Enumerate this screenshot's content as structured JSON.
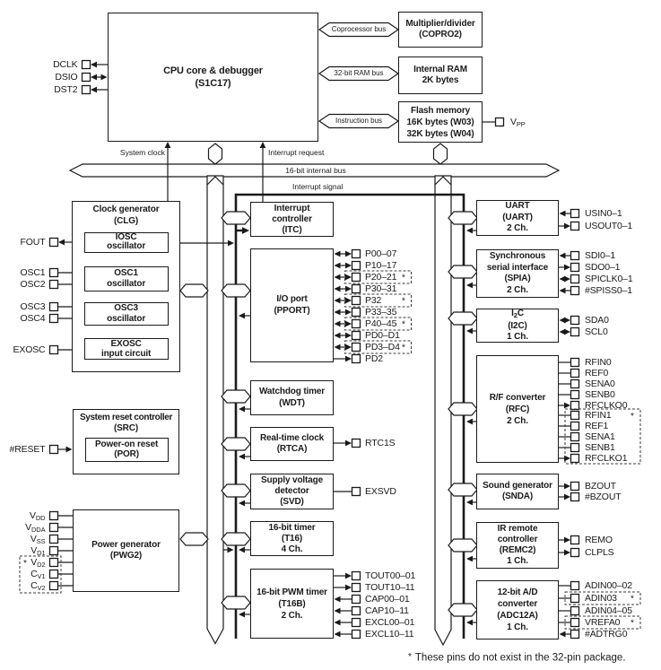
{
  "diagram": {
    "cpu": {
      "lines": [
        "CPU core & debugger",
        "(S1C17)"
      ]
    },
    "bus_labels": {
      "coprocessor": "Coprocessor bus",
      "ram": "32-bit RAM bus",
      "instruction": "Instruction bus",
      "internal": "16-bit internal bus",
      "system_clock": "System clock",
      "interrupt_request": "Interrupt request",
      "interrupt_signal": "Interrupt signal"
    },
    "blocks": {
      "copro2": {
        "lines": [
          "Multiplier/divider",
          "(COPRO2)"
        ]
      },
      "ram": {
        "lines": [
          "Internal RAM",
          "2K bytes"
        ]
      },
      "flash": {
        "lines": [
          "Flash memory",
          "16K bytes (W03)",
          "32K bytes (W04)"
        ]
      },
      "clg": {
        "lines": [
          "Clock generator",
          "(CLG)"
        ],
        "sub_blocks": [
          {
            "lines": [
              "IOSC",
              "oscillator"
            ]
          },
          {
            "lines": [
              "OSC1",
              "oscillator"
            ]
          },
          {
            "lines": [
              "OSC3",
              "oscillator"
            ]
          },
          {
            "lines": [
              "EXOSC",
              "input circuit"
            ]
          }
        ]
      },
      "src": {
        "lines": [
          "System reset controller",
          "(SRC)"
        ],
        "sub_blocks": [
          {
            "lines": [
              "Power-on reset",
              "(POR)"
            ]
          }
        ]
      },
      "pwg2": {
        "lines": [
          "Power generator",
          "(PWG2)"
        ]
      },
      "itc": {
        "lines": [
          "Interrupt",
          "controller",
          "(ITC)"
        ]
      },
      "pport": {
        "lines": [
          "I/O port",
          "(PPORT)"
        ]
      },
      "wdt": {
        "lines": [
          "Watchdog timer",
          "(WDT)"
        ]
      },
      "rtca": {
        "lines": [
          "Real-time clock",
          "(RTCA)"
        ]
      },
      "svd": {
        "lines": [
          "Supply voltage",
          "detector",
          "(SVD)"
        ]
      },
      "t16": {
        "lines": [
          "16-bit timer",
          "(T16)",
          "4 Ch."
        ]
      },
      "t16b": {
        "lines": [
          "16-bit PWM timer",
          "(T16B)",
          "2 Ch."
        ]
      },
      "uart": {
        "lines": [
          "UART",
          "(UART)",
          "2 Ch."
        ]
      },
      "spia": {
        "lines": [
          "Synchronous",
          "serial interface",
          "(SPIA)",
          "2 Ch."
        ]
      },
      "i2c": {
        "l1_main": "I",
        "l1_sub": "2",
        "l1_tail": "C",
        "lines": [
          "(I2C)",
          "1 Ch."
        ]
      },
      "rfc": {
        "lines": [
          "R/F converter",
          "(RFC)",
          "2 Ch."
        ]
      },
      "snda": {
        "lines": [
          "Sound generator",
          "(SNDA)"
        ]
      },
      "remc2": {
        "lines": [
          "IR remote",
          "controller",
          "(REMC2)",
          "1 Ch."
        ]
      },
      "adc12a": {
        "lines": [
          "12-bit A/D",
          "converter",
          "(ADC12A)",
          "1 Ch."
        ]
      }
    },
    "pins": {
      "cpu": [
        {
          "label": "DCLK",
          "dir": "out"
        },
        {
          "label": "DSIO",
          "dir": "bidir"
        },
        {
          "label": "DST2",
          "dir": "out"
        }
      ],
      "flash": [
        {
          "label": "V",
          "sub": "PP",
          "dir": "plain"
        }
      ],
      "clg": [
        {
          "label": "FOUT",
          "dir": "out"
        },
        {
          "label": "OSC1",
          "dir": "plain"
        },
        {
          "label": "OSC2",
          "dir": "plain"
        },
        {
          "label": "OSC3",
          "dir": "plain"
        },
        {
          "label": "OSC4",
          "dir": "plain"
        },
        {
          "label": "EXOSC",
          "dir": "in"
        }
      ],
      "src": [
        {
          "label": "#RESET",
          "dir": "in"
        }
      ],
      "pwg2": [
        {
          "label": "V",
          "sub": "DD",
          "dir": "plain"
        },
        {
          "label": "V",
          "sub": "DDA",
          "dir": "plain"
        },
        {
          "label": "V",
          "sub": "SS",
          "dir": "plain"
        },
        {
          "label": "V",
          "sub": "D1",
          "dir": "plain"
        },
        {
          "label": "V",
          "sub": "D2",
          "dir": "plain",
          "dashed_group": true
        },
        {
          "label": "C",
          "sub": "V1",
          "dir": "plain",
          "dashed_group": true
        },
        {
          "label": "C",
          "sub": "V2",
          "dir": "plain",
          "dashed_group": true
        }
      ],
      "pport": [
        {
          "label": "P00–07",
          "dir": "bidir"
        },
        {
          "label": "P10–17",
          "dir": "bidir"
        },
        {
          "label": "P20–21",
          "dir": "bidir",
          "dashed": true,
          "star": "*"
        },
        {
          "label": "P30–31",
          "dir": "bidir"
        },
        {
          "label": "P32",
          "dir": "bidir",
          "dashed": true,
          "star": "*"
        },
        {
          "label": "P33–35",
          "dir": "bidir"
        },
        {
          "label": "P40–45",
          "dir": "bidir",
          "dashed": true,
          "star": "*"
        },
        {
          "label": "PD0–D1",
          "dir": "bidir"
        },
        {
          "label": "PD3–D4",
          "dir": "bidir",
          "dashed": true,
          "star": "*"
        },
        {
          "label": "PD2",
          "dir": "out"
        }
      ],
      "rtca": [
        {
          "label": "RTC1S",
          "dir": "out"
        }
      ],
      "svd": [
        {
          "label": "EXSVD",
          "dir": "plain"
        }
      ],
      "t16b": [
        {
          "label": "TOUT00–01",
          "dir": "out"
        },
        {
          "label": "TOUT10–11",
          "dir": "out"
        },
        {
          "label": "CAP00–01",
          "dir": "in"
        },
        {
          "label": "CAP10–11",
          "dir": "in"
        },
        {
          "label": "EXCL00–01",
          "dir": "in"
        },
        {
          "label": "EXCL10–11",
          "dir": "in"
        }
      ],
      "uart": [
        {
          "label": "USIN0–1",
          "dir": "in"
        },
        {
          "label": "USOUT0–1",
          "dir": "out"
        }
      ],
      "spia": [
        {
          "label": "SDI0–1",
          "dir": "in"
        },
        {
          "label": "SDO0–1",
          "dir": "out"
        },
        {
          "label": "SPICLK0–1",
          "dir": "bidir"
        },
        {
          "label": "#SPISS0–1",
          "dir": "in"
        }
      ],
      "i2c": [
        {
          "label": "SDA0",
          "dir": "bidir"
        },
        {
          "label": "SCL0",
          "dir": "bidir"
        }
      ],
      "rfc": [
        {
          "label": "RFIN0",
          "dir": "plain"
        },
        {
          "label": "REF0",
          "dir": "plain"
        },
        {
          "label": "SENA0",
          "dir": "plain"
        },
        {
          "label": "SENB0",
          "dir": "plain"
        },
        {
          "label": "RFCLKO0",
          "dir": "out"
        },
        {
          "label": "RFIN1",
          "dir": "plain",
          "dashed_group": true
        },
        {
          "label": "REF1",
          "dir": "plain",
          "dashed_group": true
        },
        {
          "label": "SENA1",
          "dir": "plain",
          "dashed_group": true
        },
        {
          "label": "SENB1",
          "dir": "plain",
          "dashed_group": true
        },
        {
          "label": "RFCLKO1",
          "dir": "out",
          "dashed_group": true
        }
      ],
      "snda": [
        {
          "label": "BZOUT",
          "dir": "out"
        },
        {
          "label": "#BZOUT",
          "dir": "out"
        }
      ],
      "remc2": [
        {
          "label": "REMO",
          "dir": "out"
        },
        {
          "label": "CLPLS",
          "dir": "out"
        }
      ],
      "adc12a": [
        {
          "label": "ADIN00–02",
          "dir": "plain"
        },
        {
          "label": "ADIN03",
          "dir": "plain",
          "dashed": true,
          "star": "*"
        },
        {
          "label": "ADIN04–05",
          "dir": "plain"
        },
        {
          "label": "VREFA0",
          "dir": "plain",
          "dashed": true,
          "star": "*"
        },
        {
          "label": "#ADTRG0",
          "dir": "in"
        }
      ]
    },
    "footnote": {
      "marker": "*",
      "text": "These pins do not exist in the 32-pin package."
    }
  }
}
